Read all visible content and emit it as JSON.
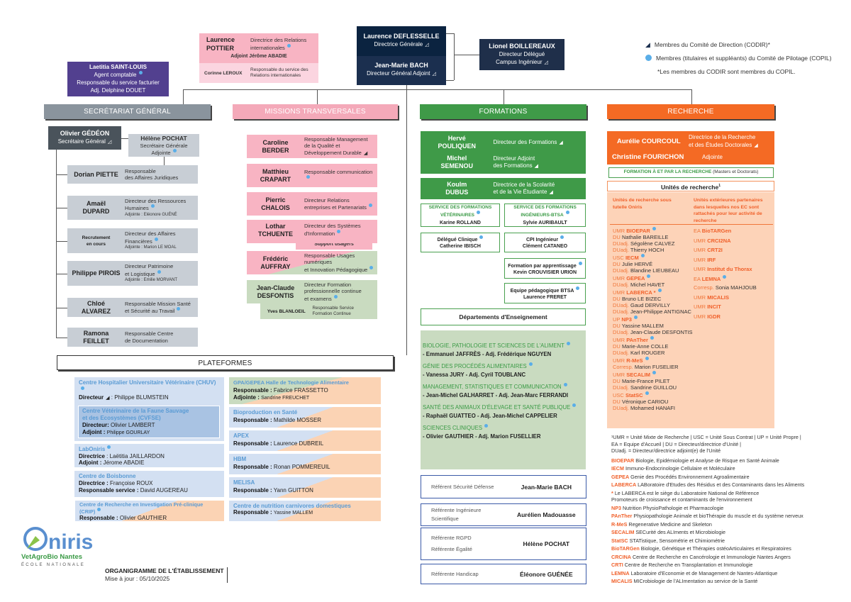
{
  "legend": {
    "codir": "Membres du Comité de Direction (CODIR)*",
    "copil": "Membres (titulaires et suppléants) du Comité de Pilotage (COPIL)",
    "note": "*Les membres du CODIR sont membres du COPIL."
  },
  "direction": {
    "dg": {
      "name": "Laurence DEFLESSELLE",
      "role": "Directrice Générale"
    },
    "dga": {
      "name": "Jean-Marie BACH",
      "role": "Directeur Général Adjoint"
    },
    "delegue": {
      "name": "Lionel BOILLEREAUX",
      "role": "Directeur Délégué",
      "role2": "Campus Ingénieur"
    }
  },
  "agent_comptable": {
    "name": "Laetitia SAINT-LOUIS",
    "role": "Agent comptable",
    "service": "Responsable du service facturier",
    "adj": "Adj. Delphine DOUET"
  },
  "ri": {
    "name": "Laurence\nPOTTIER",
    "role": "Directrice des Relations\ninternationales",
    "adj": "Adjoint Jérôme ABADIE",
    "sub_name": "Corinne LEROUX",
    "sub_role": "Responsable du service des\nRelations internationales"
  },
  "sections": {
    "sg": "SECRÉTARIAT GÉNÉRAL",
    "missions": "MISSIONS TRANSVERSALES",
    "formations": "FORMATIONS",
    "recherche": "RECHERCHE",
    "plateformes": "PLATEFORMES"
  },
  "sg": {
    "head": {
      "name": "Olivier GÉDÉON",
      "role": "Secrétaire Général"
    },
    "deputy": {
      "name": "Hélène POCHAT",
      "role": "Secrétaire Générale\nAdjointe"
    },
    "staff": [
      {
        "name": "Dorian PIETTE",
        "role": "Responsable\ndes Affaires Juridiques"
      },
      {
        "name": "Amaël\nDUPARD",
        "role": "Directeur des Ressources\nHumaines",
        "adj": "Adjointe : Eléonore GUÉNÉ"
      },
      {
        "name": "Recrutement\nen cours",
        "role": "Directeur des Affaires\nFinancières",
        "adj": "Adjointe : Marion LE MOAL"
      },
      {
        "name": "Philippe PIROIS",
        "role": "Directeur Patrimoine\net Logistique",
        "adj": "Adjointe : Emilie MORVANT"
      },
      {
        "name": "Chloé\nALVAREZ",
        "role": "Responsable Mission Santé\net Sécurité au Travail"
      },
      {
        "name": "Ramona\nFEILLET",
        "role": "Responsable Centre\nde Documentation"
      }
    ]
  },
  "missions": {
    "items": [
      {
        "name": "Caroline\nBERDER",
        "role": "Responsable Management\nde la Qualité et\nDéveloppement Durable"
      },
      {
        "name": "Matthieu\nCRAPART",
        "role": "Responsable communication"
      },
      {
        "name": "Pierric\nCHALOIS",
        "role": "Directeur Relations\nentreprises et Partenariats"
      },
      {
        "name": "Lothar\nTCHUENTE",
        "role": "Directeur des Systèmes\nd'Information"
      },
      {
        "name": "Frédéric\nAUFFRAY",
        "role": "Responsable Usages\nnumériques\net Innovation Pédagogique"
      },
      {
        "name": "Jean-Claude\nDESFONTIS",
        "role": "Directeur Formation\nprofessionnelle continue\net examens"
      }
    ],
    "support": "Support usagers",
    "sub": {
      "name": "Yves BLANLOEIL",
      "role": "Responsable Service\nFormation Continue"
    }
  },
  "formations": {
    "leaders": [
      {
        "name": "Hervé\nPOULIQUEN",
        "role": "Directeur des Formations"
      },
      {
        "name": "Michel\nSEMENOU",
        "role": "Directeur Adjoint\ndes Formations"
      }
    ],
    "scolarite": {
      "name": "Koulm\nDUBUS",
      "role": "Directrice de la Scolarité\net de la Vie Étudiante"
    },
    "services": [
      {
        "title": "SERVICE DES FORMATIONS\nVÉTÉRINAIRES",
        "name": "Karine ROLLAND"
      },
      {
        "title": "SERVICE DES FORMATIONS\nINGÉNIEURS-BTSA",
        "name": "Sylvie AURIBAULT"
      },
      {
        "title": "Délégué Clinique",
        "name": "Catherine IBISCH"
      },
      {
        "title": "CPI Ingénieur",
        "name": "Clément CATANEO"
      },
      {
        "title": "Formation par apprentissage",
        "name": "Kevin CROUVISIER URION"
      },
      {
        "title": "Equipe pédagogique BTSA",
        "name": "Laurence FRERET"
      }
    ],
    "departements_title": "Départements d'Enseignement",
    "departements": [
      {
        "title": "BIOLOGIE, PATHOLOGIE ET SCIENCES DE L'ALIMENT",
        "people": "- Emmanuel JAFFRÈS - Adj. Frédérique NGUYEN"
      },
      {
        "title": "GÉNIE DES PROCÉDÉS ALIMENTAIRES",
        "people": "- Vanessa JURY - Adj. Cyril TOUBLANC"
      },
      {
        "title": "MANAGEMENT, STATISTIQUES ET COMMUNICATION",
        "people": "- Jean-Michel GALHARRET - Adj. Jean-Marc FERRANDI"
      },
      {
        "title": "SANTÉ DES ANIMAUX D'ÉLEVAGE ET SANTÉ PUBLIQUE",
        "people": "- Raphaël GUATTEO - Adj. Jean-Michel CAPPELIER"
      },
      {
        "title": "SCIENCES CLINIQUES",
        "people": "- Olivier GAUTHIER - Adj. Marion FUSELLIER"
      }
    ],
    "referents": [
      {
        "role": "Référent Sécurité Défense",
        "name": "Jean-Marie BACH"
      },
      {
        "role": "Référente Ingénieure\nScientifique",
        "name": "Aurélien Madouasse"
      },
      {
        "role": "Référente RGPD\n\nRéférente Égalité",
        "name": "Hélène POCHAT"
      },
      {
        "role": "Référente Handicap",
        "name": "Éléonore GUÉNÉE"
      }
    ]
  },
  "recherche": {
    "head": {
      "name": "Aurélie COURCOUL",
      "role": "Directrice de la Recherche\net des Études Doctorales"
    },
    "adj": {
      "name": "Christine FOURICHON",
      "role": "Adjointe"
    },
    "formation_bold": "FORMATION À ET PAR LA RECHERCHE",
    "formation_rest": " (Masters et Doctorats)",
    "unites_title": "Unités de recherche",
    "unites_sup": "1",
    "col1_title": "Unités de recherche sous tutelle Oniris",
    "col2_title": "Unités extérieures partenaires dans lesquelles nos EC sont rattachés pour leur activité de recherche",
    "units": [
      {
        "type": "UMR",
        "code": "BIOEPAR",
        "people": [
          [
            "DU",
            "Nathalie BAREILLE"
          ],
          [
            "DUadj.",
            "Ségolène CALVEZ"
          ],
          [
            "DUadj.",
            "Thierry HOCH"
          ]
        ]
      },
      {
        "type": "USC",
        "code": "IECM",
        "people": [
          [
            "DU",
            "Julie HERVÉ"
          ],
          [
            "DUadj.",
            "Blandine LIEUBEAU"
          ]
        ]
      },
      {
        "type": "UMR",
        "code": "GEPEA",
        "people": [
          [
            "DUadj.",
            "Michel HAVET"
          ]
        ]
      },
      {
        "type": "UMR",
        "code": "LABERCA *",
        "people": [
          [
            "DU",
            "Bruno LE BIZEC"
          ],
          [
            "DUadj.",
            "Gaud DERVILLY"
          ],
          [
            "DUadj.",
            "Jean-Philippe ANTIGNAC"
          ]
        ]
      },
      {
        "type": "UP",
        "code": "NP3",
        "people": [
          [
            "DU",
            "Yassine MALLEM"
          ],
          [
            "DUadj.",
            "Jean-Claude DESFONTIS"
          ]
        ]
      },
      {
        "type": "UMR",
        "code": "PAnTher",
        "people": [
          [
            "DU",
            "Marie-Anne COLLE"
          ],
          [
            "DUadj.",
            "Karl ROUGER"
          ]
        ]
      },
      {
        "type": "UMR",
        "code": "R-MeS",
        "people": [
          [
            "Corresp.",
            "Marion FUSELIER"
          ]
        ]
      },
      {
        "type": "UMR",
        "code": "SECALIM",
        "people": [
          [
            "DU",
            "Marie-France PILET"
          ],
          [
            "DUadj.",
            "Sandrine GUILLOU"
          ]
        ]
      },
      {
        "type": "USC",
        "code": "StatSC",
        "people": [
          [
            "DU",
            "Véronique CARIOU"
          ],
          [
            "DUadj.",
            "Mohamed HANAFI"
          ]
        ]
      }
    ],
    "ext_units": [
      {
        "type": "EA",
        "code": "BioTARGen",
        "people": []
      },
      {
        "type": "UMR",
        "code": "CRCI2NA",
        "people": []
      },
      {
        "type": "UMR",
        "code": "CRT2I",
        "people": []
      },
      {
        "type": "UMR",
        "code": "IRF",
        "people": []
      },
      {
        "type": "UMR",
        "code": "Institut du Thorax",
        "people": []
      },
      {
        "type": "EA",
        "code": "LEMNA",
        "copil": true,
        "people": [
          [
            "Corresp.",
            "Sonia MAHJOUB"
          ]
        ]
      },
      {
        "type": "UMR",
        "code": "MICALIS",
        "people": []
      },
      {
        "type": "UMR",
        "code": "INCIT",
        "people": []
      },
      {
        "type": "UMR",
        "code": "IGDR",
        "people": []
      }
    ],
    "footnote": "¹UMR = Unité Mixte de Recherche | USC = Unité Sous Contrat | UP = Unité Propre |\nEA = Equipe d'Accueil | DU = Directeur/directrice d'Unité |\nDUadj. = Directeur/directrice adjoint(e) de l'Unité",
    "glossary": [
      [
        "BIOEPAR",
        "Biologie, Epidémiologie et Analyse de Risque en Santé Animale"
      ],
      [
        "IECM",
        "Immuno-Endocrinologie Cellulaire et Moléculaire"
      ],
      [
        "GEPEA",
        "Genie des Procédés Environnement Agroalimentaire"
      ],
      [
        "LABERCA",
        "LABoratoire d'Etudes des Résidus et des Contaminants dans les Aliments"
      ],
      [
        "*",
        "Le LABERCA est le siège du Laboratoire National de Référence\n   Promoteurs de croissance et contaminants de l'environnement"
      ],
      [
        "NP3",
        "Nutrition PhysioPathologie et Pharmacologie"
      ],
      [
        "PAnTher",
        "Physiopathologie Animale et bioThérapie du muscle et du système nerveux"
      ],
      [
        "R-MeS",
        "Regenerative Medicine and Skeleton"
      ],
      [
        "SECALIM",
        "SECurité des ALIments et Microbiologie"
      ],
      [
        "StatSC",
        "STATistique, Sensométrie et Chimiométrie"
      ],
      [
        "BioTARGen",
        "Biologie, Génétique et Thérapies ostéoArticulaires et Respiratoires"
      ],
      [
        "CRCINA",
        "Centre de Recherche en Cancérologie et Immunologie Nantes Angers"
      ],
      [
        "CRTI",
        "Centre de Recherche en Transplantation et Immunologie"
      ],
      [
        "LEMNA",
        "Laboratoire d'Economie et de Management de Nantes-Atlantique"
      ],
      [
        "MICALIS",
        "MICrobiologie de l'ALImentation au service de la Santé"
      ]
    ]
  },
  "plateformes": {
    "chuv": {
      "title": "Centre Hospitalier Universitaire Vétérinaire (CHUV)",
      "role": "Directeur",
      "name": "Philippe BLUMSTEIN"
    },
    "cvfse": {
      "title": "Centre Vétérinaire de la Faune Sauvage\net des Ecosystèmes (CVFSE)",
      "role1": "Directeur:",
      "name1": "Olivier LAMBERT",
      "role2": "Adjoint :",
      "name2": "Philippe GOURLAY"
    },
    "laboniris": {
      "title": "LabOniris",
      "role1": "Directrice",
      "name1": "Laëtitia JAILLARDON",
      "role2": "Adjoint :",
      "name2": "Jérome ABADIE"
    },
    "boisbonne": {
      "title": "Centre de Boisbonne",
      "role1": "Directrice :",
      "name1": "Françoise ROUX",
      "role2": "Responsable service :",
      "name2": "David AUGEREAU"
    },
    "crip": {
      "title": "Centre de Recherche en Investigation Pré-clinique (CRIP)",
      "role": "Responsable :",
      "name": "Olivier GAUTHIER"
    },
    "gpa": {
      "title": "GPA/GEPEA Halle de Technologie Alimentaire",
      "role1": "Responsable :",
      "name1": "Fabrice FRASSETTO",
      "role2": "Adjointe :",
      "name2": "Sandrine FREUCHET"
    },
    "right": [
      {
        "title": "Bioproduction en Santé",
        "role": "Responsable :",
        "name": "Mathilde MOSSER"
      },
      {
        "title": "APEX",
        "role": "Responsable :",
        "name": "Laurence DUBREIL"
      },
      {
        "title": "HBM",
        "role": "Responsable :",
        "name": "Ronan POMMEREUIL"
      },
      {
        "title": "MELISA",
        "role": "Responsable :",
        "name": "Yann GUITTON"
      },
      {
        "title": "Centre de nutrition carnivores domestiques",
        "role": "Responsable :",
        "name": "Yassine MALLEM"
      }
    ]
  },
  "logo": {
    "brand": "Oniris",
    "sub": "VetAgroBio Nantes",
    "school": "ÉCOLE NATIONALE"
  },
  "footer": {
    "title": "ORGANIGRAMME DE L'ÉTABLISSEMENT",
    "update": "Mise à jour : 05/10/2025"
  },
  "colors": {
    "sg": "#8a949d",
    "missions": "#f4a9b9",
    "formations": "#3f9a48",
    "recherche": "#f46a24",
    "copil": "#5aaee8"
  }
}
